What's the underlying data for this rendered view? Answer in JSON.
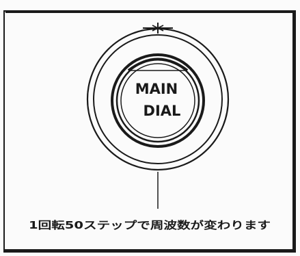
{
  "dial": {
    "label_line1": "MAIN",
    "label_line2": "DIAL"
  },
  "caption": "1回転50ステップで周波数が変わります"
}
